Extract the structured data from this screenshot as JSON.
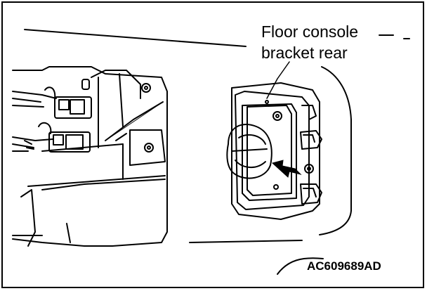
{
  "callout": {
    "line1": "Floor console",
    "line2": "bracket rear"
  },
  "figure_code": "AC609689AD",
  "colors": {
    "stroke": "#000000",
    "background": "#ffffff"
  }
}
